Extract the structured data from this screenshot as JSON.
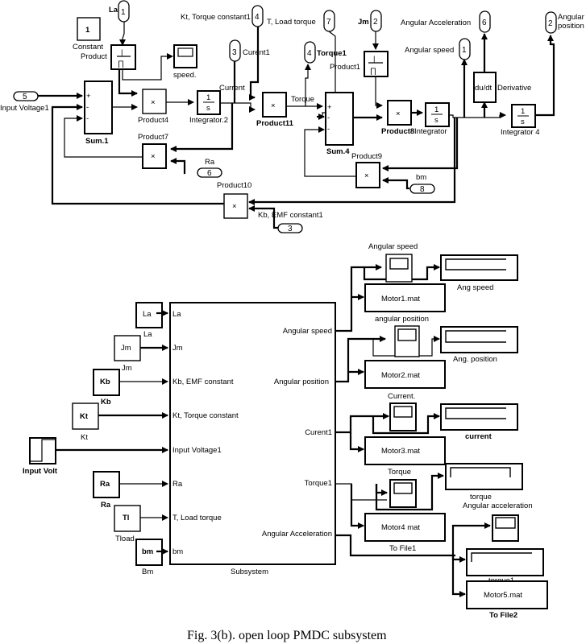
{
  "top_diagram": {
    "inports": [
      {
        "num": "1",
        "label": "La"
      },
      {
        "num": "4",
        "label": "Kt, Torque constant1"
      },
      {
        "num": "7",
        "label": "T, Load torque"
      },
      {
        "num": "2",
        "label": "Jm"
      },
      {
        "num": "5",
        "label": "Input Voltage1"
      },
      {
        "num": "6",
        "label": "Ra"
      },
      {
        "num": "8",
        "label": "bm"
      },
      {
        "num": "3",
        "label": "Kb, EMF constant1"
      }
    ],
    "outports": [
      {
        "num": "3",
        "label": "Curent1"
      },
      {
        "num": "4",
        "label": "Torque1"
      },
      {
        "num": "6",
        "label": "Angular Acceleration"
      },
      {
        "num": "1",
        "label": "Angular speed"
      },
      {
        "num": "2",
        "label": "Angular position"
      }
    ],
    "constant": {
      "value": "1",
      "label": "Constant"
    },
    "blocks": {
      "product": "Product",
      "product1": "Product1",
      "product4": "Product4",
      "product7": "Product7",
      "product8": "Product8",
      "product9": "Product9",
      "product10": "Product10",
      "product11": "Product11",
      "sum1": "Sum.1",
      "sum4": "Sum.4",
      "integrator2": "Integrator.2",
      "integrator": "Integrator",
      "integrator4": "Integrator 4",
      "derivative": "Derivative",
      "derivative_expr": "du/dt",
      "scope_speed": "speed."
    },
    "signals": {
      "current": "Current",
      "torque": "Torque"
    },
    "symbols": {
      "multiply": "×",
      "one": "1",
      "s": "s",
      "plus": "+",
      "minus": "−"
    }
  },
  "bottom_diagram": {
    "subsystem_label": "Subsystem",
    "subsystem_inputs": [
      "La",
      "Jm",
      "Kb, EMF constant",
      "Kt, Torque constant",
      "Input Voltage1",
      "Ra",
      "T, Load torque",
      "bm"
    ],
    "subsystem_outputs": [
      "Angular speed",
      "Angular position",
      "Curent1",
      "Torque1",
      "Angular Acceleration"
    ],
    "source_blocks": [
      {
        "text": "La",
        "label": "La"
      },
      {
        "text": "Jm",
        "label": "Jm"
      },
      {
        "text": "Kb",
        "label": "Kb"
      },
      {
        "text": "Kt",
        "label": "Kt"
      },
      {
        "text": "",
        "label": "Input Volt"
      },
      {
        "text": "Ra",
        "label": "Ra"
      },
      {
        "text": "Tl",
        "label": "Tload"
      },
      {
        "text": "bm",
        "label": "Bm"
      }
    ],
    "scopes": [
      "Angular speed",
      "angular position",
      "Current.",
      "Torque",
      "Angular acceleration"
    ],
    "displays": [
      "Ang speed",
      "Ang. position",
      "current",
      "torque",
      "torque1"
    ],
    "to_files": [
      {
        "file": "Motor1.mat",
        "label": ""
      },
      {
        "file": "Motor2.mat",
        "label": ""
      },
      {
        "file": "Motor3.mat",
        "label": ""
      },
      {
        "file": "Motor4 mat",
        "label": "To File1"
      },
      {
        "file": "Motor5.mat",
        "label": "To File2"
      }
    ]
  },
  "caption": "Fig. 3(b). open loop PMDC subsystem"
}
